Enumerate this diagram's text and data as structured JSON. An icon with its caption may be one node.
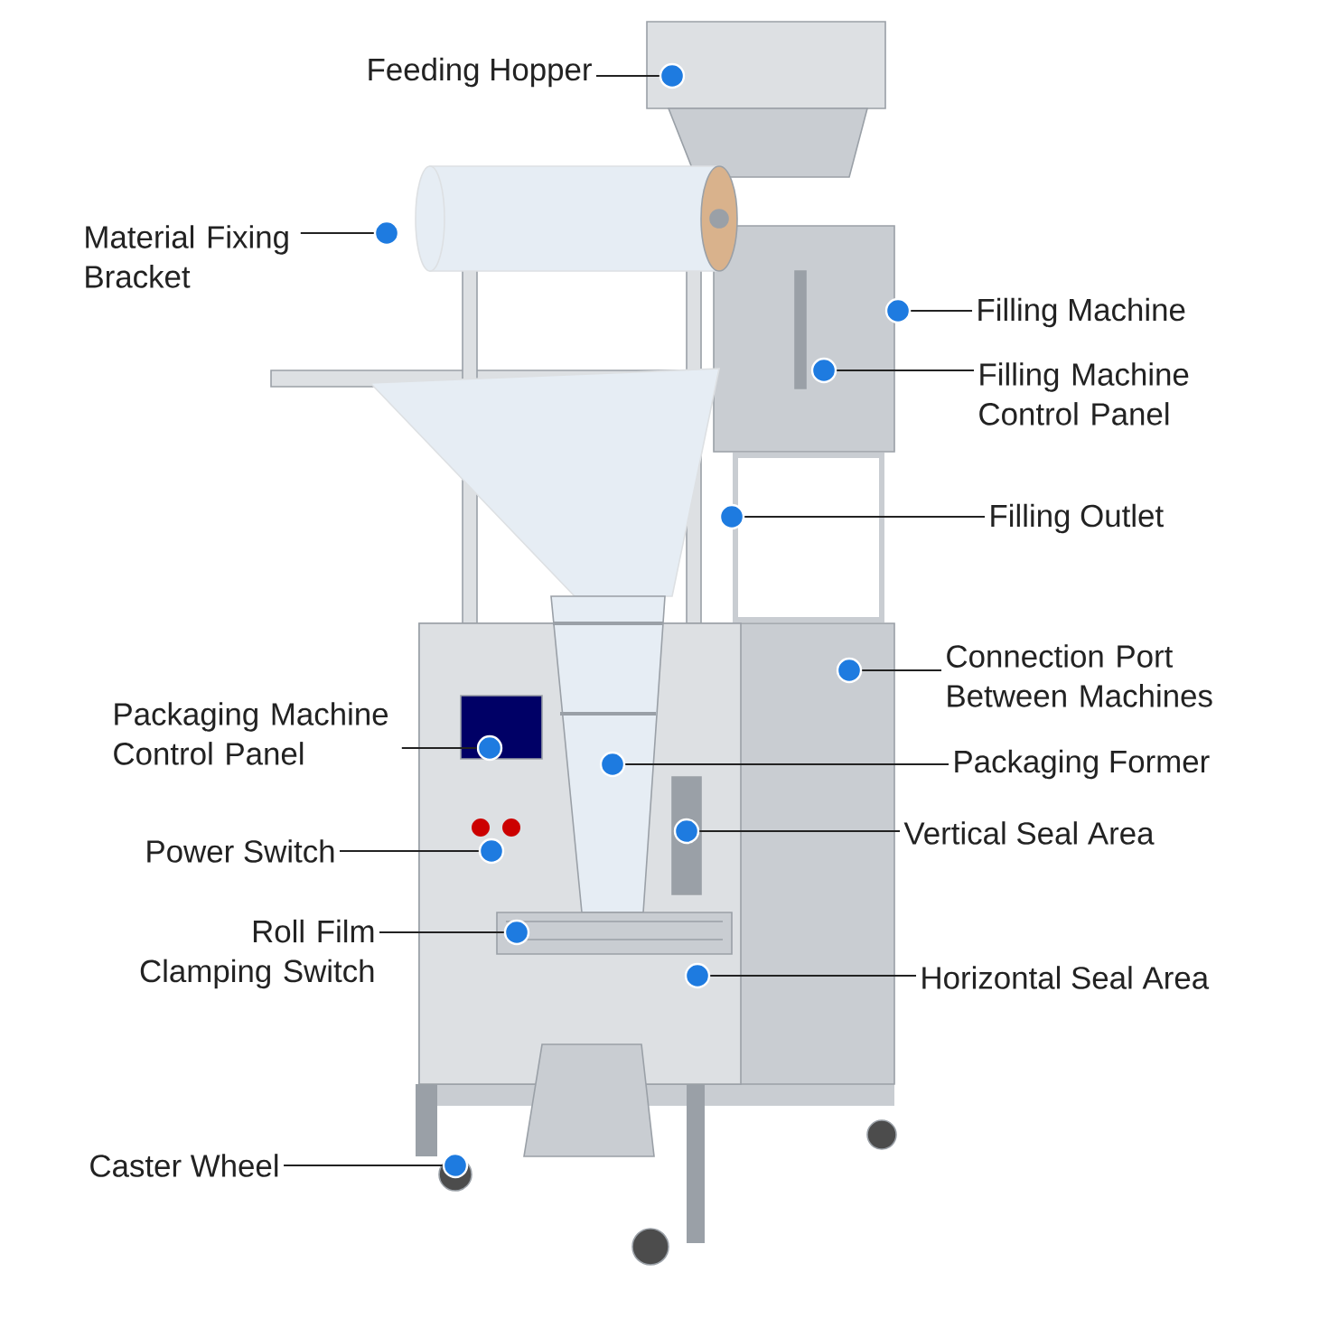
{
  "diagram": {
    "nodes": [
      {
        "text": [
          "Feeding Hopper"
        ]
      },
      {
        "text": [],
        "shape": "circle"
      },
      {
        "text": [
          "Material Fixing Bracket"
        ]
      },
      {
        "text": [],
        "shape": "circle"
      },
      {
        "text": [
          "Filling Machine"
        ]
      },
      {
        "text": [],
        "shape": "circle"
      },
      {
        "text": [
          "Filling Machine Control Panel"
        ]
      },
      {
        "text": [],
        "shape": "circle"
      },
      {
        "text": [
          "Filling Outlet"
        ]
      },
      {
        "text": [],
        "shape": "circle"
      },
      {
        "text": [
          "Connection Port Between Machines"
        ]
      },
      {
        "text": [],
        "shape": "circle"
      },
      {
        "text": [
          "Packaging Machine Control Panel"
        ]
      },
      {
        "text": [],
        "shape": "circle"
      },
      {
        "text": [
          "Packaging Former"
        ]
      },
      {
        "text": [],
        "shape": "circle"
      },
      {
        "text": [
          "Power Switch"
        ]
      },
      {
        "text": [],
        "shape": "circle"
      },
      {
        "text": [
          "Vertical Seal Area"
        ]
      },
      {
        "text": [],
        "shape": "circle"
      },
      {
        "text": [
          "Roll Film Clamping Switch"
        ]
      },
      {
        "text": [],
        "shape": "circle"
      },
      {
        "text": [
          "Horizontal Seal Area"
        ]
      },
      {
        "text": [],
        "shape": "circle"
      },
      {
        "text": [
          "Caster Wheel"
        ]
      },
      {
        "text": [],
        "shape": "circle"
      }
    ],
    "edges": [
      {
        "from": 0,
        "to": 1,
        "arrow": "none"
      },
      {
        "from": 2,
        "to": 3,
        "arrow": "none"
      },
      {
        "from": 4,
        "to": 5,
        "arrow": "none"
      },
      {
        "from": 6,
        "to": 7,
        "arrow": "none"
      },
      {
        "from": 8,
        "to": 9,
        "arrow": "none"
      },
      {
        "from": 10,
        "to": 11,
        "arrow": "none"
      },
      {
        "from": 12,
        "to": 13,
        "arrow": "none"
      },
      {
        "from": 14,
        "to": 15,
        "arrow": "none"
      },
      {
        "from": 16,
        "to": 17,
        "arrow": "none"
      },
      {
        "from": 18,
        "to": 19,
        "arrow": "none"
      },
      {
        "from": 20,
        "to": 21,
        "arrow": "none"
      },
      {
        "from": 22,
        "to": 23,
        "arrow": "none"
      },
      {
        "from": 24,
        "to": 25,
        "arrow": "none"
      }
    ]
  }
}
